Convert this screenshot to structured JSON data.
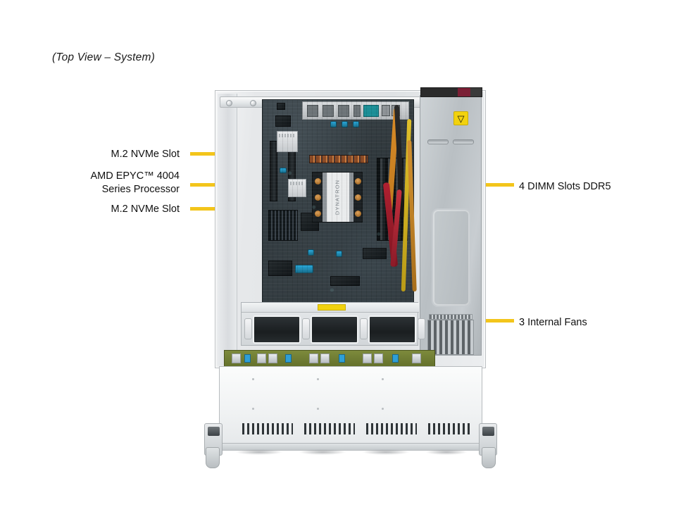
{
  "caption": "(Top View – System)",
  "colors": {
    "leader": "#F3C51B",
    "warning_label": "#F2D20E",
    "chassis_metal": "#e6e8ea",
    "motherboard": "#2d3539",
    "text": "#111111"
  },
  "callouts": {
    "left": [
      {
        "label": "M.2 NVMe Slot",
        "target": "m2-slot-upper"
      },
      {
        "label": "AMD EPYC™ 4004",
        "label2": "Series Processor",
        "target": "cpu"
      },
      {
        "label": "M.2 NVMe Slot",
        "target": "m2-slot-lower"
      }
    ],
    "right": [
      {
        "label": "4 DIMM Slots DDR5",
        "target": "dimm-bank"
      },
      {
        "label": "3 Internal  Fans",
        "target": "fan-wall"
      }
    ]
  },
  "components": {
    "cpu_heatsink_brand": "DYNATRON",
    "psu_warning_glyph": "▽",
    "fan_count": 3,
    "dimm_count": 4,
    "m2_slot_count": 2
  }
}
